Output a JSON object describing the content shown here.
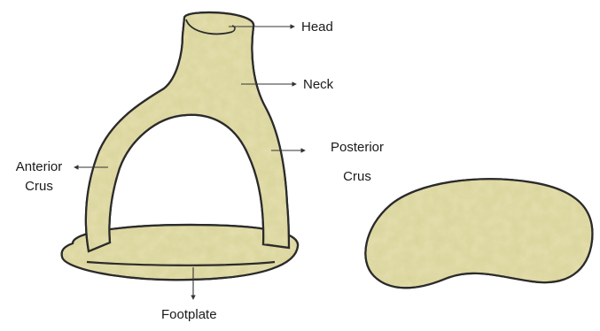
{
  "labels": {
    "head": "Head",
    "neck": "Neck",
    "anterior_crus_line1": "Anterior",
    "anterior_crus_line2": "Crus",
    "posterior_crus_line1": "Posterior",
    "posterior_crus_line2": "Crus",
    "footplate": "Footplate"
  },
  "colors": {
    "bone_fill": "#d9d39a",
    "bone_speckle": "#c9c283",
    "outline": "#2b2b2b",
    "leader_line": "#333333"
  }
}
